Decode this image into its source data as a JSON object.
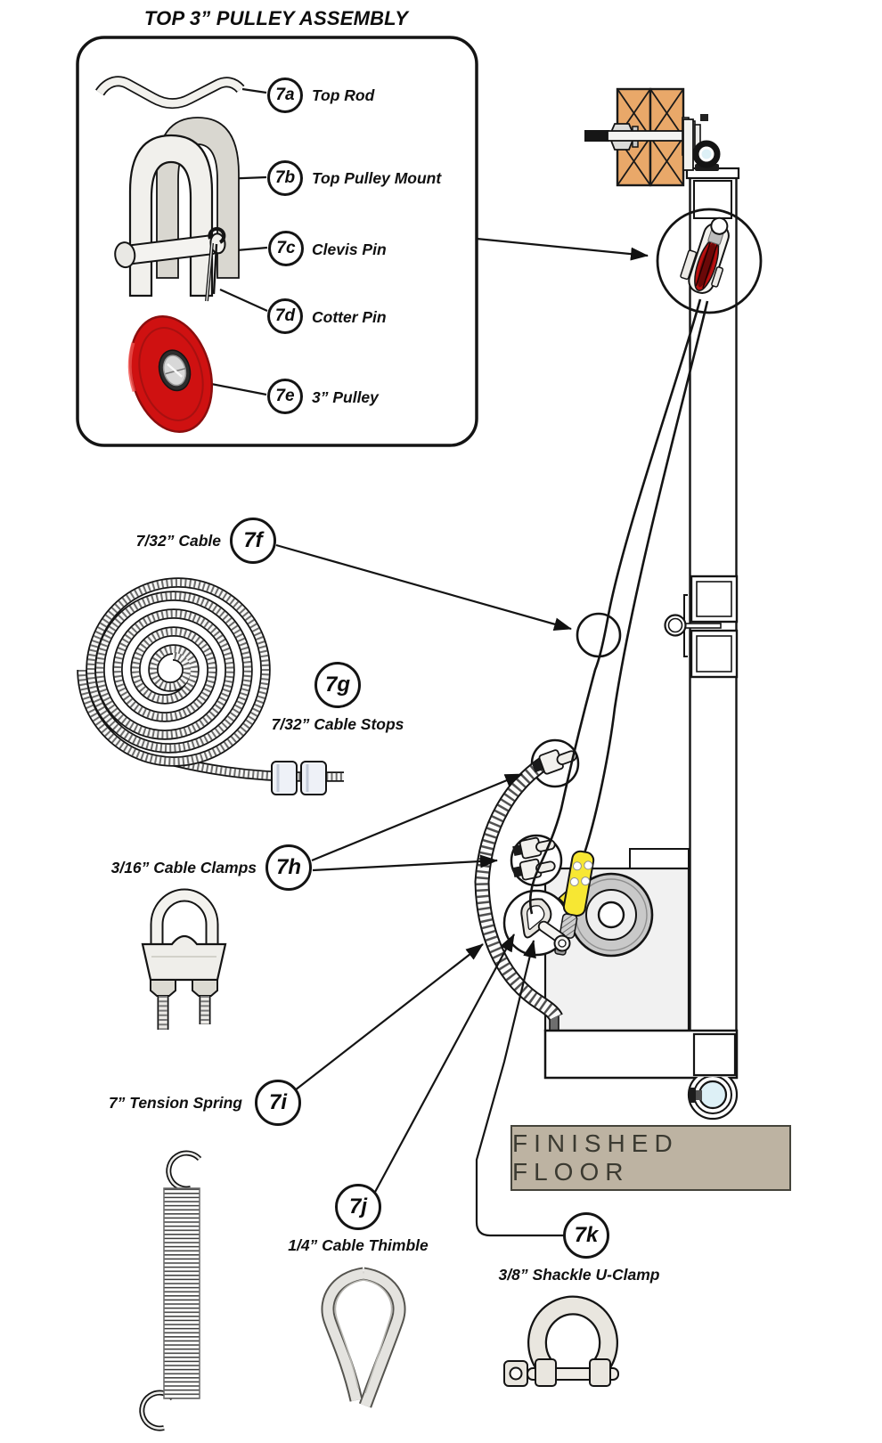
{
  "diagram": {
    "title": "TOP 3” PULLEY ASSEMBLY",
    "floor_label": "FINISHED FLOOR",
    "callouts": [
      {
        "id": "7a",
        "label": "Top Rod"
      },
      {
        "id": "7b",
        "label": "Top Pulley Mount"
      },
      {
        "id": "7c",
        "label": "Clevis Pin"
      },
      {
        "id": "7d",
        "label": "Cotter Pin"
      },
      {
        "id": "7e",
        "label": "3” Pulley"
      },
      {
        "id": "7f",
        "label": "7/32” Cable"
      },
      {
        "id": "7g",
        "label": "7/32” Cable Stops"
      },
      {
        "id": "7h",
        "label": "3/16” Cable Clamps"
      },
      {
        "id": "7i",
        "label": "7” Tension Spring"
      },
      {
        "id": "7j",
        "label": "1/4” Cable Thimble"
      },
      {
        "id": "7k",
        "label": "3/8” Shackle U-Clamp"
      }
    ],
    "colors": {
      "line": "#141414",
      "pulley_red": "#cf1111",
      "pulley_red_dark": "#7f0b0b",
      "wood": "#e9a869",
      "latch_yellow": "#f7e733",
      "floor_band": "#bdb3a2",
      "machine_gray": "#f1f1f1",
      "drum_gray": "#c9c9c9",
      "tint_blue": "#ddf0f6"
    }
  }
}
